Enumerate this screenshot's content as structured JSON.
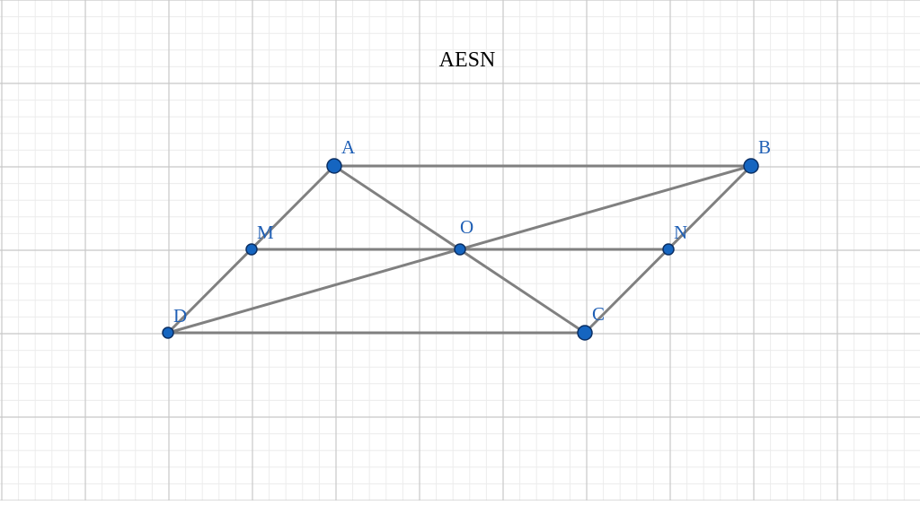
{
  "title": "AESN",
  "points": [
    {
      "id": "A",
      "label": "A"
    },
    {
      "id": "B",
      "label": "B"
    },
    {
      "id": "C",
      "label": "C"
    },
    {
      "id": "D",
      "label": "D"
    },
    {
      "id": "M",
      "label": "M"
    },
    {
      "id": "N",
      "label": "N"
    },
    {
      "id": "O",
      "label": "O"
    }
  ],
  "segments": [
    [
      "A",
      "B"
    ],
    [
      "D",
      "C"
    ],
    [
      "A",
      "D"
    ],
    [
      "B",
      "C"
    ],
    [
      "M",
      "N"
    ],
    [
      "A",
      "C"
    ],
    [
      "D",
      "B"
    ]
  ],
  "colors": {
    "point_fill": "#1565c0",
    "point_label": "#1f5fb5",
    "segment": "#808080",
    "grid_major": "#c8c8c8",
    "grid_minor": "#ececec"
  }
}
